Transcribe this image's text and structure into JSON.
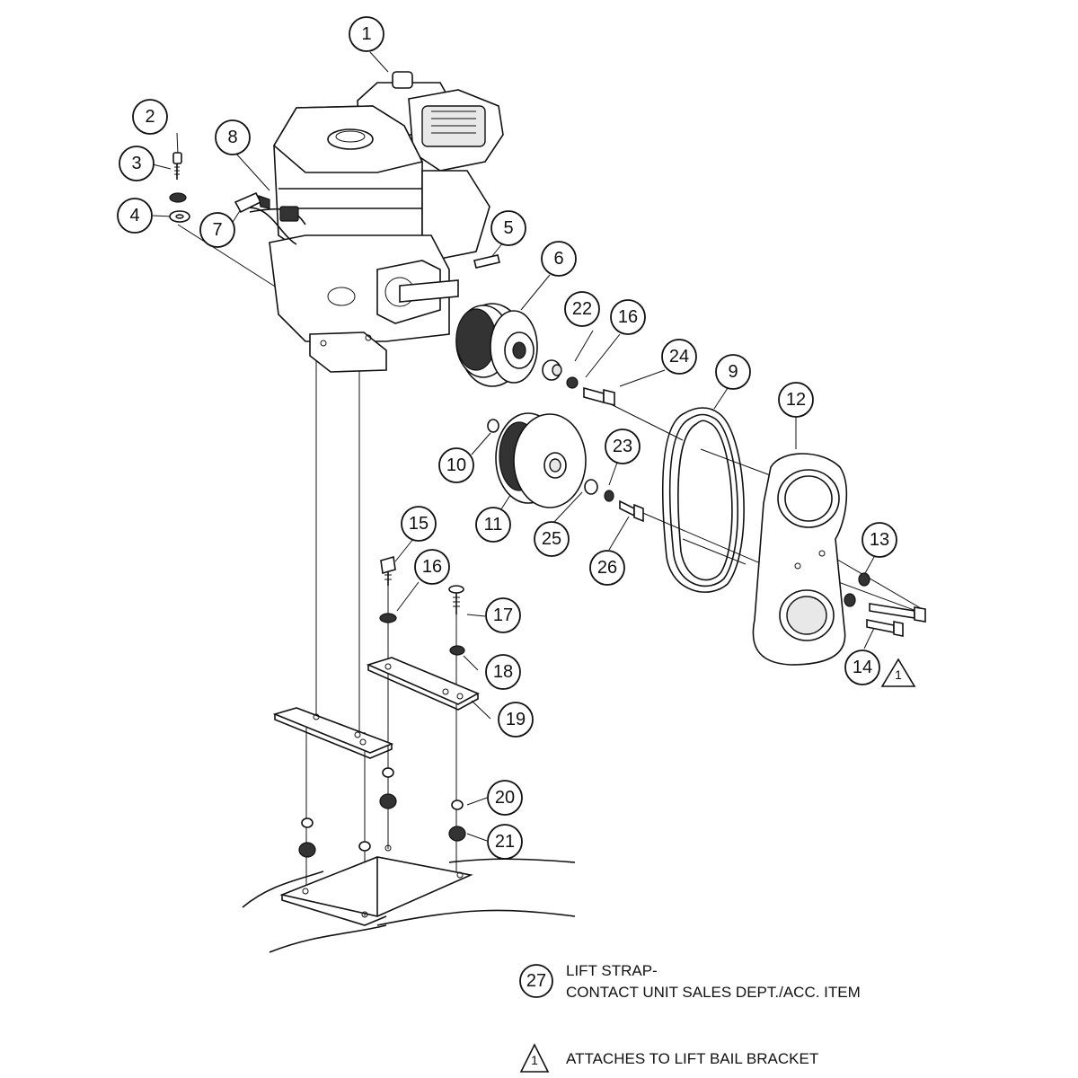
{
  "callouts": [
    "1",
    "2",
    "3",
    "4",
    "5",
    "6",
    "7",
    "8",
    "9",
    "10",
    "11",
    "12",
    "13",
    "14",
    "15",
    "16",
    "16",
    "17",
    "18",
    "19",
    "20",
    "21",
    "22",
    "23",
    "24",
    "25",
    "26"
  ],
  "legend": {
    "item_number": "27",
    "item_line1": "LIFT STRAP-",
    "item_line2": "CONTACT UNIT SALES DEPT./ACC. ITEM",
    "note_marker": "1",
    "note_text": "ATTACHES TO LIFT BAIL BRACKET",
    "callout_14_note_marker": "1"
  }
}
